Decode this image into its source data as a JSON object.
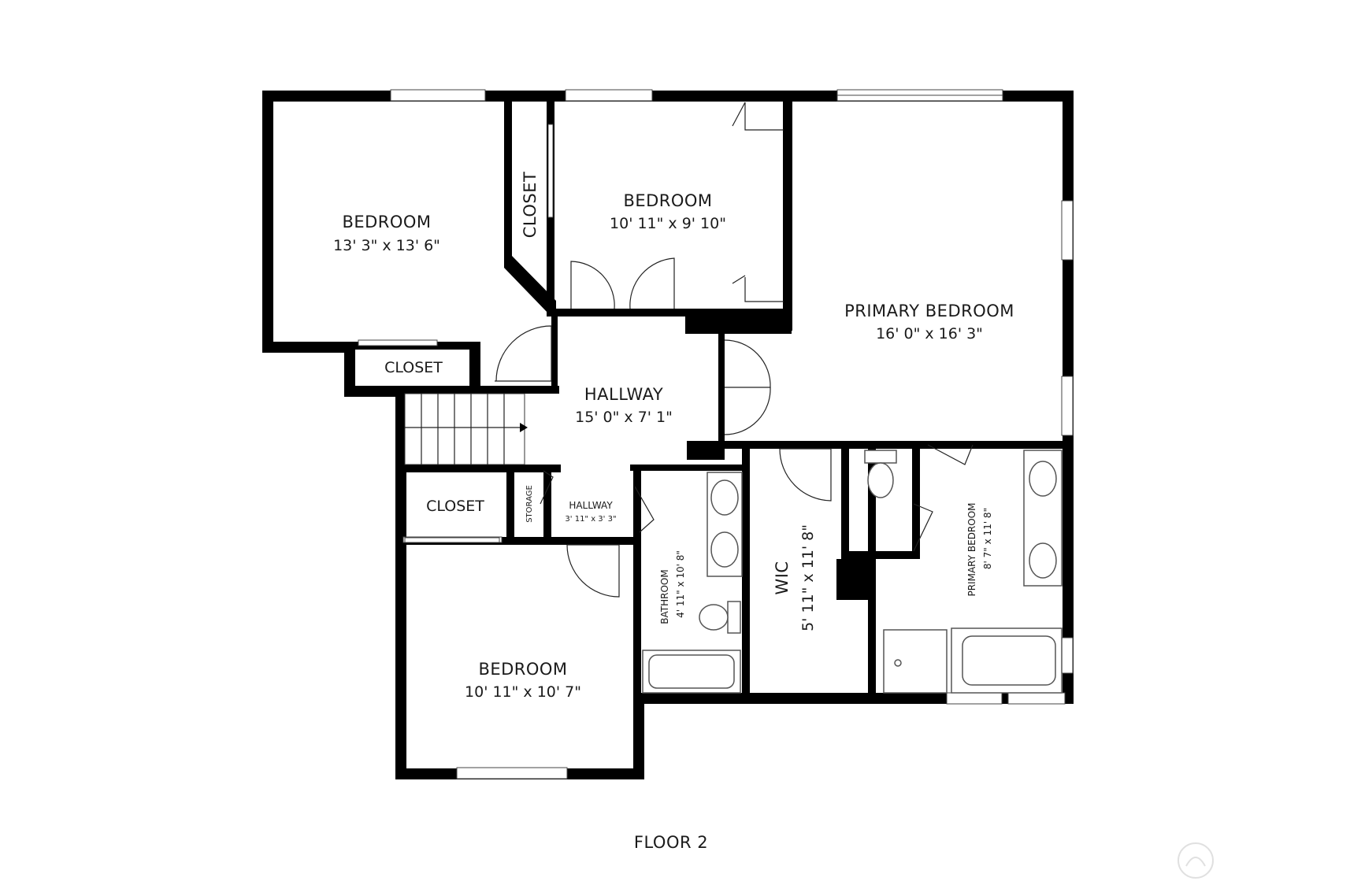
{
  "floor_label": "FLOOR 2",
  "rooms": {
    "bedroom_nw": {
      "name": "BEDROOM",
      "dims": "13' 3\" x 13' 6\""
    },
    "closet_nw": {
      "name": "CLOSET"
    },
    "closet_vertical": {
      "name": "CLOSET"
    },
    "bedroom_north": {
      "name": "BEDROOM",
      "dims": "10' 11\" x 9' 10\""
    },
    "primary_bedroom": {
      "name": "PRIMARY BEDROOM",
      "dims": "16' 0\" x 16' 3\""
    },
    "hallway": {
      "name": "HALLWAY",
      "dims": "15' 0\" x 7' 1\""
    },
    "closet_sw": {
      "name": "CLOSET"
    },
    "storage": {
      "name": "STORAGE"
    },
    "hallway_small": {
      "name": "HALLWAY",
      "dims": "3' 11\" x 3' 3\""
    },
    "bathroom": {
      "name": "BATHROOM",
      "dims": "4' 11\" x 10' 8\""
    },
    "wic": {
      "name": "WIC",
      "dims": "5' 11\" x 11' 8\""
    },
    "primary_bath": {
      "name": "PRIMARY BEDROOM",
      "dims": "8' 7\" x 11' 8\""
    },
    "bedroom_sw": {
      "name": "BEDROOM",
      "dims": "10' 11\" x 10' 7\""
    }
  }
}
